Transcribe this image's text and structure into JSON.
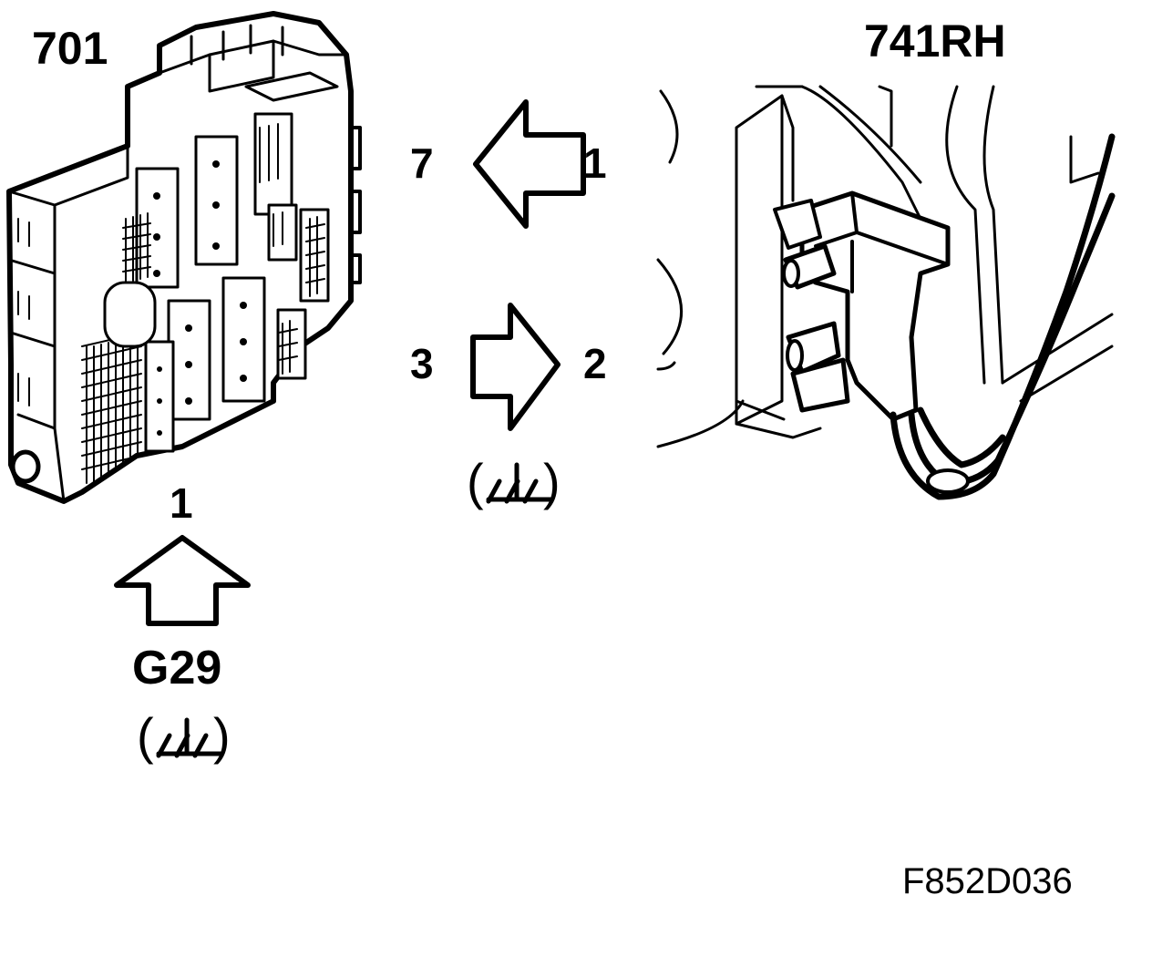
{
  "components": {
    "fuse_box_id": "701",
    "sensor_id": "741RH",
    "ground_point_id": "G29"
  },
  "pins": {
    "fuse_box_pin": "1",
    "sensor_top_in": "7",
    "sensor_top_out": "1",
    "sensor_bottom_in": "3",
    "sensor_bottom_out": "2"
  },
  "ground_symbol_bracket_left": "(",
  "ground_symbol_bracket_right": ")",
  "figure_reference": "F852D036",
  "colors": {
    "ink": "#000000",
    "paper": "#ffffff"
  },
  "icons": [
    "fuse-box-icon",
    "sensor-connector-icon",
    "ground-symbol-icon",
    "arrow-left-icon",
    "arrow-right-icon",
    "arrow-up-icon"
  ]
}
